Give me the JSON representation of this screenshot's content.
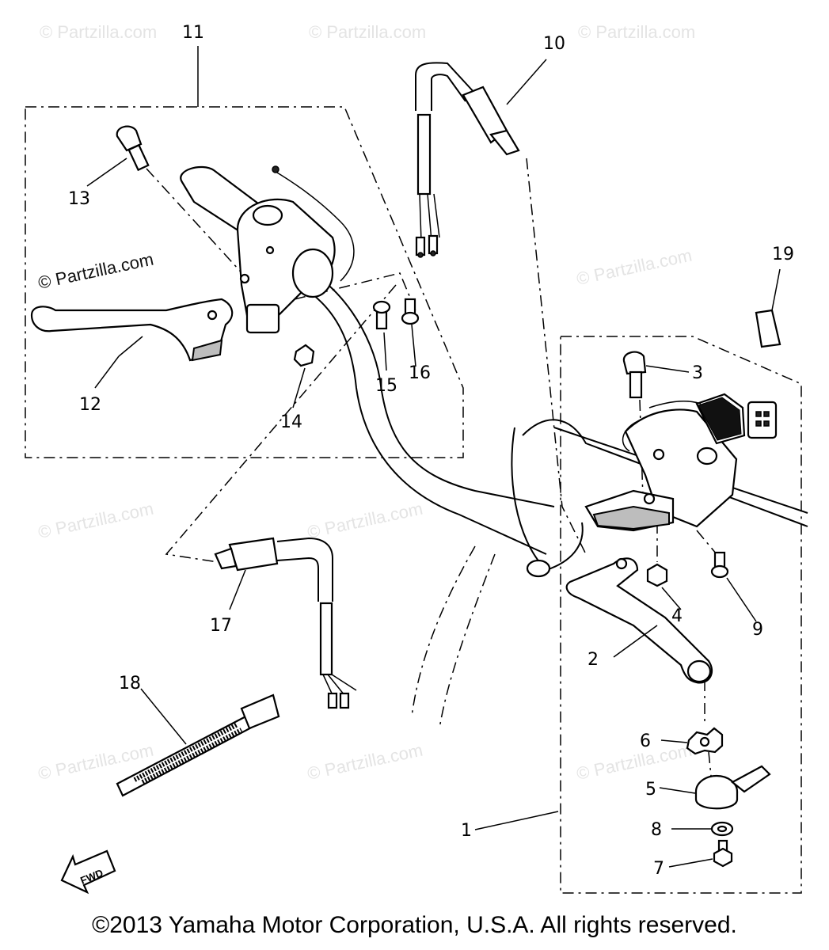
{
  "watermark": "© Partzilla.com",
  "callouts": {
    "c1": "1",
    "c2": "2",
    "c3": "3",
    "c4": "4",
    "c5": "5",
    "c6": "6",
    "c7": "7",
    "c8": "8",
    "c9": "9",
    "c10": "10",
    "c11": "11",
    "c12": "12",
    "c13": "13",
    "c14": "14",
    "c15": "15",
    "c16": "16",
    "c17": "17",
    "c18": "18",
    "c19": "19"
  },
  "fwd_label": "FWD",
  "copyright": "©2013 Yamaha Motor Corporation, U.S.A. All rights reserved."
}
